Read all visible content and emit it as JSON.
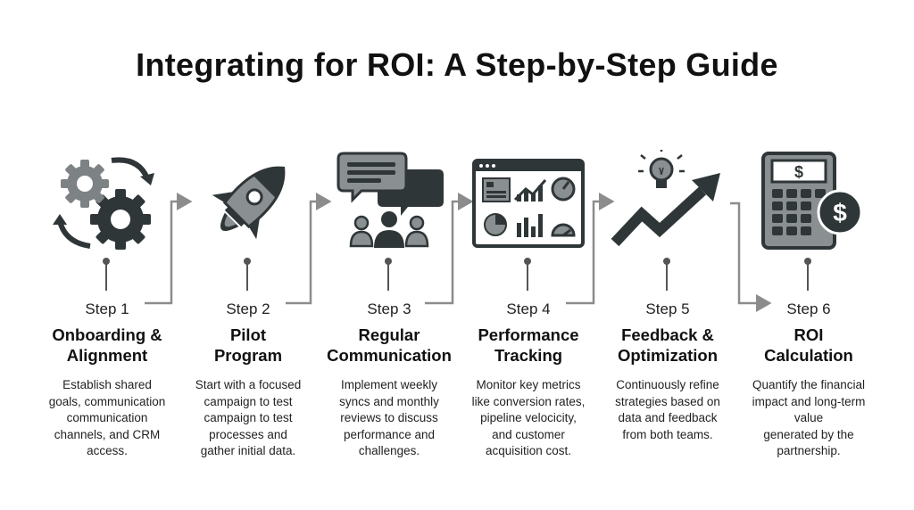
{
  "title": "Integrating for ROI: A Step-by-Step Guide",
  "steps": [
    {
      "label": "Step 1",
      "title_lines": [
        "Onboarding &",
        "Alignment"
      ],
      "desc_lines": [
        "Establish shared",
        "goals, communication",
        "communication",
        "channels, and CRM",
        "access."
      ],
      "icon": "gears-cycle-icon"
    },
    {
      "label": "Step 2",
      "title_lines": [
        "Pilot",
        "Program"
      ],
      "desc_lines": [
        "Start with a focused",
        "campaign to test",
        "campaign to test",
        "processes and",
        "gather initial data."
      ],
      "icon": "rocket-icon"
    },
    {
      "label": "Step 3",
      "title_lines": [
        "Regular",
        "Communication"
      ],
      "desc_lines": [
        "Implement weekly",
        "syncs and monthly",
        "reviews to discuss",
        "performance and",
        "challenges."
      ],
      "icon": "team-chat-icon"
    },
    {
      "label": "Step 4",
      "title_lines": [
        "Performance",
        "Tracking"
      ],
      "desc_lines": [
        "Monitor key metrics",
        "like conversion rates,",
        "pipeline velocicity,",
        "and customer",
        "acquisition cost."
      ],
      "icon": "dashboard-icon"
    },
    {
      "label": "Step 5",
      "title_lines": [
        "Feedback &",
        "Optimization"
      ],
      "desc_lines": [
        "Continuously refine",
        "strategies based on",
        "data and feedback",
        "from both teams."
      ],
      "icon": "lightbulb-growth-icon"
    },
    {
      "label": "Step 6",
      "title_lines": [
        "ROI",
        "Calculation"
      ],
      "desc_lines": [
        "Quantify the financial",
        "impact and long-term",
        "value",
        "generated by the",
        "partnership."
      ],
      "icon": "calculator-dollar-icon",
      "calculator_symbol": "$",
      "coin_symbol": "$"
    }
  ],
  "colors": {
    "icon_dark": "#2f3638",
    "icon_light": "#8a8f91",
    "connector": "#8c8c8c",
    "pin": "#555555"
  }
}
